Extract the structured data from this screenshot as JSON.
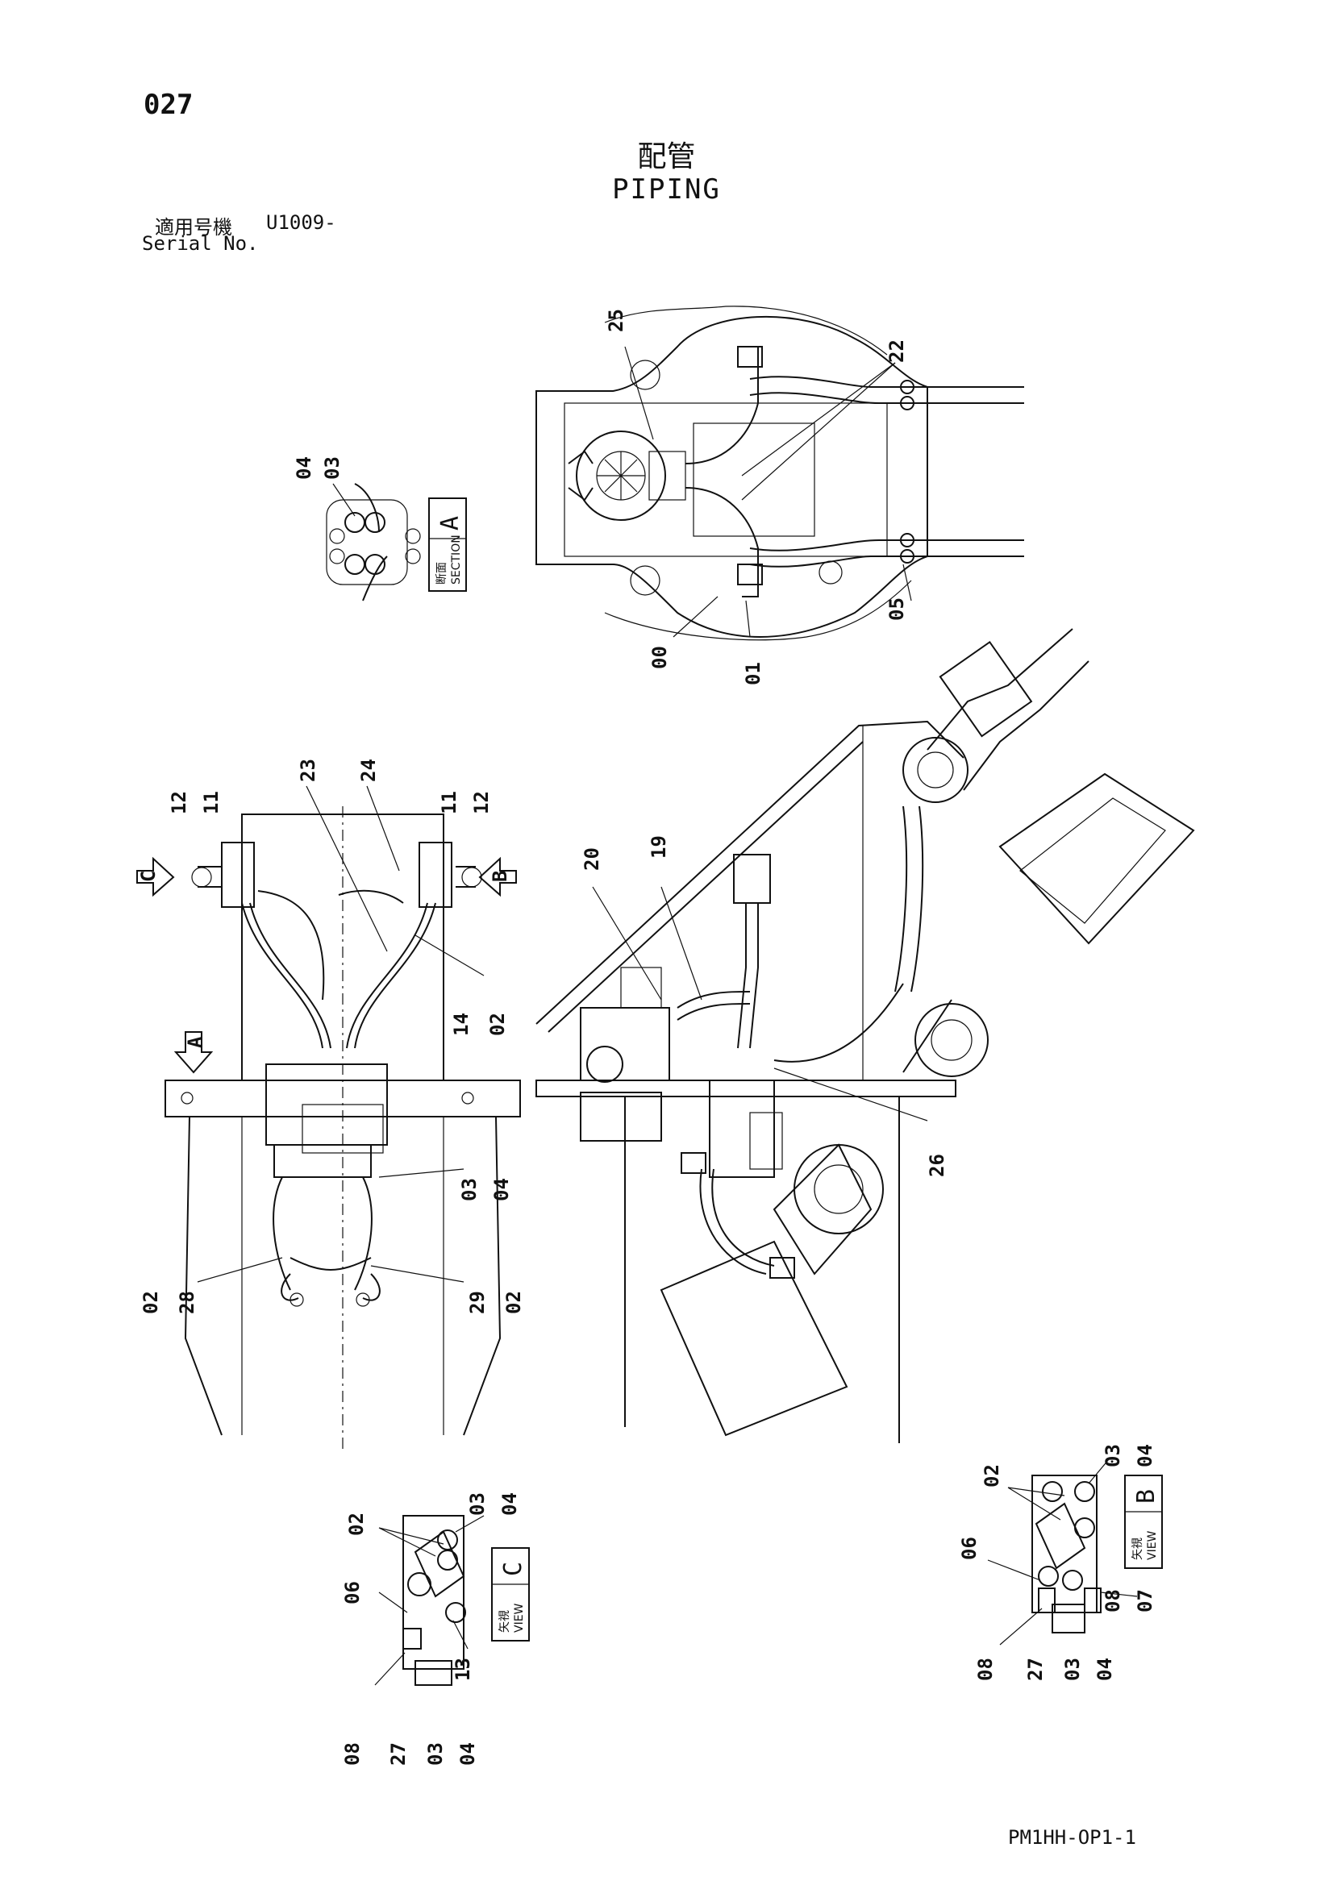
{
  "header": {
    "page_number": "027",
    "title_jp": "配管",
    "title_en": "PIPING",
    "serial_label_jp": "適用号機",
    "serial_value": "U1009-",
    "serial_label_en": "Serial No."
  },
  "footer": {
    "doc_code": "PM1HH-OP1-1"
  },
  "callouts": {
    "top_view": [
      "25",
      "22",
      "00",
      "01",
      "05"
    ],
    "section_a": [
      "04",
      "03"
    ],
    "front_view": [
      "12",
      "11",
      "23",
      "24",
      "11",
      "12",
      "14",
      "02",
      "03",
      "04",
      "02",
      "28",
      "29",
      "02"
    ],
    "side_view": [
      "20",
      "19",
      "26"
    ],
    "view_c": [
      "02",
      "03",
      "04",
      "06",
      "13",
      "08",
      "27",
      "03",
      "04"
    ],
    "view_b": [
      "02",
      "03",
      "04",
      "06",
      "07",
      "08",
      "08",
      "27",
      "03",
      "04"
    ]
  },
  "boxes": {
    "section_a": {
      "jp": "断面",
      "en": "SECTION",
      "letter": "A"
    },
    "view_b": {
      "jp": "矢視",
      "en": "VIEW",
      "letter": "B"
    },
    "view_c": {
      "jp": "矢視",
      "en": "VIEW",
      "letter": "C"
    }
  },
  "arrows": {
    "a": "A",
    "b": "B",
    "c": "C"
  }
}
